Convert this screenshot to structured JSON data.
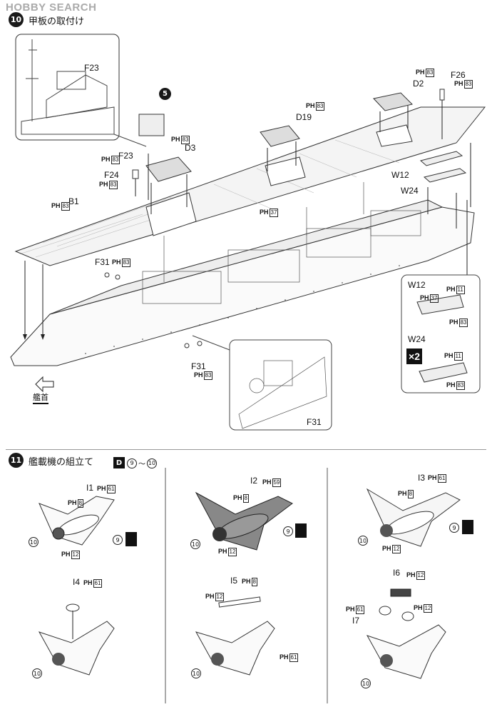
{
  "watermark": "HOBBY SEARCH",
  "step10": {
    "number": "10",
    "title": "甲板の取付け"
  },
  "step11": {
    "number": "11",
    "title": "艦載機の組立て",
    "dbox": "D",
    "range_from": "9",
    "range_sep": "〜",
    "range_to": "10"
  },
  "ph_prefix": "PH",
  "deck_labels": {
    "f23_top": "F23",
    "five": "5",
    "f23": "F23",
    "ph83_f23": "83",
    "d3": "D3",
    "ph83_d3": "83",
    "f24": "F24",
    "ph83_f24": "83",
    "b1": "B1",
    "ph83_b1": "83",
    "d19": "D19",
    "ph83_d19": "83",
    "d2": "D2",
    "ph83_d2": "83",
    "f26": "F26",
    "ph83_f26": "83",
    "w12": "W12",
    "w24": "W24",
    "ph37": "37",
    "f31_top": "F31",
    "ph83_f31top": "83",
    "f31_bottom": "F31",
    "ph83_f31b": "83",
    "f31_detail": "F31",
    "bow": "艦首"
  },
  "callout": {
    "w12": "W12",
    "w12_ph37": "37",
    "w12_ph11": "11",
    "w12_ph83": "83",
    "w24": "W24",
    "w24_x2": "×2",
    "w24_ph11": "11",
    "w24_ph83": "83"
  },
  "planes": {
    "i1": {
      "label": "I1",
      "ph61": "61",
      "ph8": "8",
      "ph12": "12",
      "c10": "10",
      "c9": "9"
    },
    "i2": {
      "label": "I2",
      "ph59": "59",
      "ph8": "8",
      "ph12": "12",
      "c10": "10",
      "c9": "9"
    },
    "i3": {
      "label": "I3",
      "ph61": "61",
      "ph8": "8",
      "ph12": "12",
      "c10": "10",
      "c9": "9"
    },
    "i4": {
      "label": "I4",
      "ph61": "61",
      "c10": "10"
    },
    "i5": {
      "label": "I5",
      "ph8": "8",
      "ph12": "12",
      "ph61": "61",
      "c10": "10"
    },
    "i6": {
      "label": "I6",
      "ph12a": "12",
      "ph61": "61",
      "ph12b": "12",
      "i7": "I7",
      "c10": "10"
    }
  }
}
